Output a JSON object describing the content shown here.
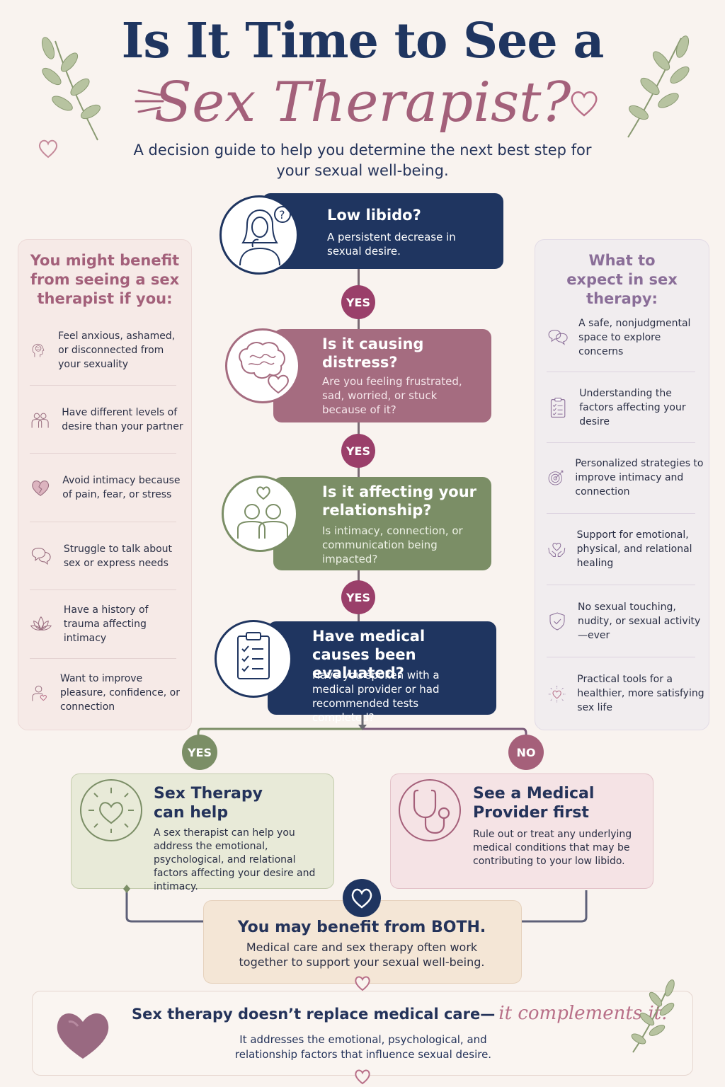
{
  "title": {
    "line1": "Is It Time to See a",
    "line2": "Sex Therapist?"
  },
  "subtitle": "A decision guide to help you determine the next best step for your sexual well-being.",
  "left_panel": {
    "heading": "You might benefit from seeing a sex therapist if you:",
    "items": [
      {
        "icon": "head-brain-icon",
        "text": "Feel anxious, ashamed, or disconnected from your sexuality"
      },
      {
        "icon": "couple-icon",
        "text": "Have different levels of desire than your partner"
      },
      {
        "icon": "broken-heart-icon",
        "text": "Avoid intimacy because of pain, fear, or stress"
      },
      {
        "icon": "speech-bubbles-icon",
        "text": "Struggle to talk about sex or express needs"
      },
      {
        "icon": "lotus-icon",
        "text": "Have a history of trauma affecting intimacy"
      },
      {
        "icon": "person-heart-icon",
        "text": "Want to improve pleasure, confidence, or connection"
      }
    ]
  },
  "right_panel": {
    "heading": "What to expect in sex therapy:",
    "items": [
      {
        "icon": "chat-bubbles-icon",
        "text": "A safe, nonjudgmental space to explore concerns"
      },
      {
        "icon": "clipboard-checklist-icon",
        "text": "Understanding the factors affecting your desire"
      },
      {
        "icon": "target-icon",
        "text": "Personalized strategies to improve intimacy and connection"
      },
      {
        "icon": "hands-heart-icon",
        "text": "Support for emotional, physical, and relational healing"
      },
      {
        "icon": "shield-check-icon",
        "text": "No sexual touching, nudity, or sexual activity—ever"
      },
      {
        "icon": "sparkle-heart-icon",
        "text": "Practical tools for a healthier, more satisfying sex life"
      }
    ]
  },
  "flow": {
    "step1": {
      "title": "Low libido?",
      "text": "A persistent decrease in sexual desire."
    },
    "yes1": "YES",
    "step2": {
      "title": "Is it causing distress?",
      "text": "Are you feeling frustrated, sad, worried, or stuck because of it?"
    },
    "yes2": "YES",
    "step3": {
      "title": "Is it affecting your relationship?",
      "text": "Is intimacy, connection, or communication being impacted?"
    },
    "yes3": "YES",
    "step4": {
      "title": "Have medical causes been evaluated?",
      "text": "Have you spoken with a medical provider or had recommended tests completed?"
    },
    "branch_yes": "YES",
    "branch_no": "NO",
    "yes_outcome": {
      "title": "Sex Therapy can help",
      "text": "A sex therapist can help you address the emotional, psychological, and relational factors affecting your desire and intimacy."
    },
    "no_outcome": {
      "title": "See a Medical Provider first",
      "text": "Rule out or treat any underlying medical conditions that may be contributing to your low libido."
    },
    "both": {
      "title": "You may benefit from BOTH.",
      "text": "Medical care and sex therapy often work together to support your sexual well-being."
    }
  },
  "footer": {
    "main": "Sex therapy doesn’t replace medical care—",
    "script": "it complements it.",
    "text": "It addresses the emotional, psychological, and relationship factors that influence sexual desire."
  },
  "colors": {
    "navy": "#1f3560",
    "mauve": "#a56c80",
    "sage": "#7b8e66",
    "rose": "#a7607a",
    "plum": "#8a6e98"
  }
}
